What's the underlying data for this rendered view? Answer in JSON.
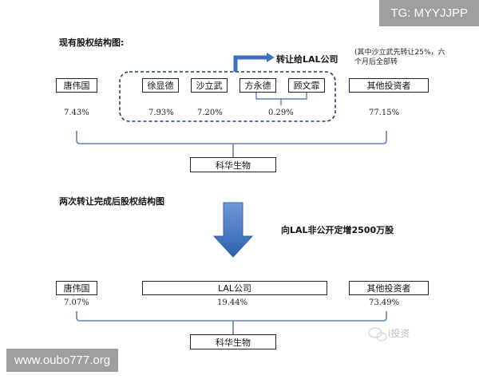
{
  "watermarks": {
    "top_tag": "TG: MYYJJPP",
    "bottom_tag": "www.oubo777.org",
    "logo_text": "i投资"
  },
  "before": {
    "heading": "现有股权结构图:",
    "transfer_label": "转让给LAL公司",
    "note": "(其中沙立武先转让25%，六个月后全部转",
    "shareholders": [
      {
        "name": "唐伟国",
        "pct": "7.43%"
      },
      {
        "name": "徐显德",
        "pct": "7.93%"
      },
      {
        "name": "沙立武",
        "pct": "7.20%"
      },
      {
        "name": "方永德",
        "pct": ""
      },
      {
        "name": "顾文霏",
        "pct": ""
      },
      {
        "name": "其他投资者",
        "pct": "77.15%"
      }
    ],
    "pair_pct": "0.29%",
    "company": "科华生物"
  },
  "after": {
    "heading": "两次转让完成后股权结构图",
    "arrow_label": "向LAL非公开定增2500万股",
    "shareholders": [
      {
        "name": "唐伟国",
        "pct": "7.07%"
      },
      {
        "name": "LAL公司",
        "pct": "19.44%"
      },
      {
        "name": "其他投资者",
        "pct": "73.49%"
      }
    ],
    "company": "科华生物"
  },
  "colors": {
    "dashed_outline": "#1f3b6b",
    "blue_arrow": "#3f6fbf",
    "bracket": "#5b7fbf"
  }
}
